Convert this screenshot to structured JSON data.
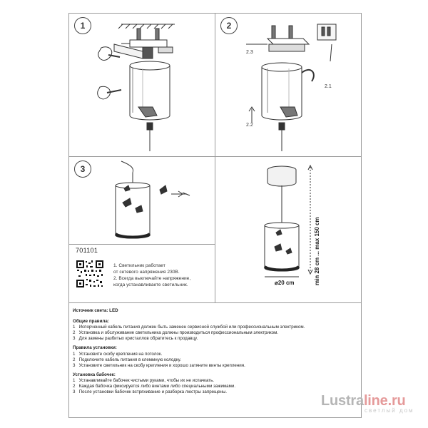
{
  "panels": {
    "p1": "1",
    "p2": "2",
    "p3": "3"
  },
  "step2_labels": {
    "a": "2.3",
    "b": "2.1",
    "c": "2.2"
  },
  "dimensions": {
    "height": "min 28 cm ... max 150 cm",
    "diameter": "⌀20 cm"
  },
  "product_code": "701101",
  "notes": [
    "1. Светильник работает",
    "от сетевого напряжения 230В.",
    "2. Всегда выключайте напряжение,",
    "когда устанавливаете светильник."
  ],
  "light_source": "Источник света: LED",
  "general_rules": {
    "title": "Общие правила:",
    "items": [
      "1   Испорченный кабель питания должен быть заменен сервисной службой или профессиональным электриком.",
      "2   Установка и обслуживание светильника должны производиться профессиональным электриком.",
      "3   Для замены разбитых кристаллов обратитесь к продавцу."
    ]
  },
  "install_rules": {
    "title": "Правила установки:",
    "items": [
      "1   Установите скобу крепления на потолок.",
      "2   Подключите кабель питания в клеммную колодку.",
      "3   Установите светильник на скобу крепления и хорошо затяните винты крепления."
    ]
  },
  "butterflies": {
    "title": "Установка бабочек:",
    "items": [
      "1   Устанавливайте бабочек чистыми руками, чтобы их не испачкать.",
      "2   Каждая бабочка фиксируется либо винтами либо специальными зажимами.",
      "3   После установки бабочек встряхивание и разборка люстры запрещены."
    ]
  },
  "watermark": {
    "part1": "Lustra",
    "part2": "line.ru",
    "sub": "светлый дом"
  }
}
